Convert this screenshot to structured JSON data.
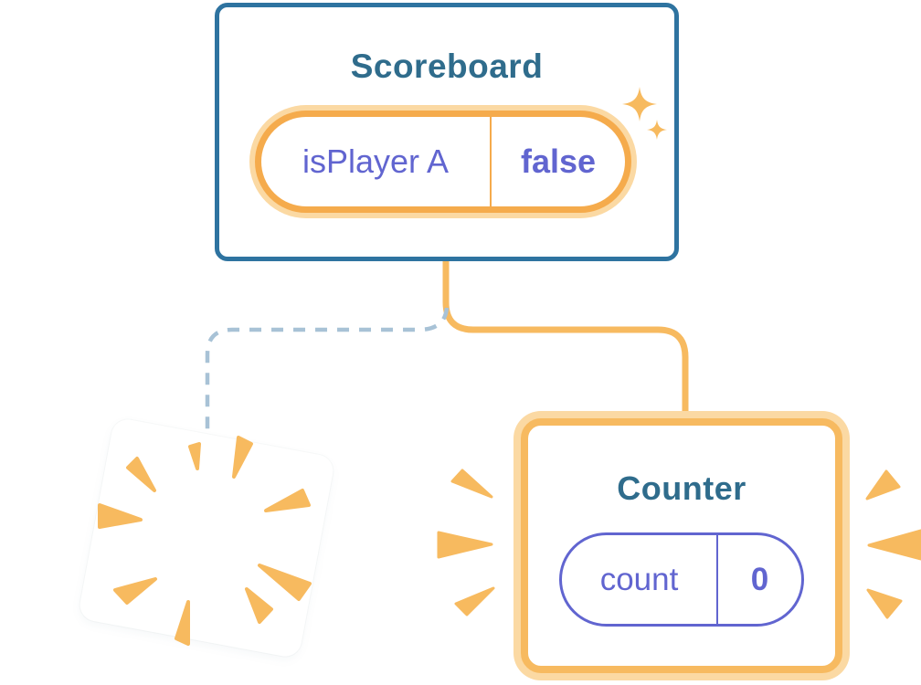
{
  "diagram": {
    "scoreboard": {
      "title": "Scoreboard",
      "state_key": "isPlayer A",
      "state_value": "false"
    },
    "counter": {
      "title": "Counter",
      "state_key": "count",
      "state_value": "0"
    },
    "icons": {
      "sparkle": "sparkle-icon",
      "poof": "poof-burst-icon",
      "emphasis": "emphasis-spark-icon"
    },
    "colors": {
      "card_border_blue": "#2E73A0",
      "title_teal": "#2F6C8C",
      "state_purple": "#6165D0",
      "highlight_orange": "#F7BA60",
      "highlight_orange_deep": "#F5AB4C",
      "highlight_halo": "#FBD9A3",
      "dashed_line_blue_gray": "#A8C2D6",
      "card_background": "#FFFFFF"
    }
  }
}
